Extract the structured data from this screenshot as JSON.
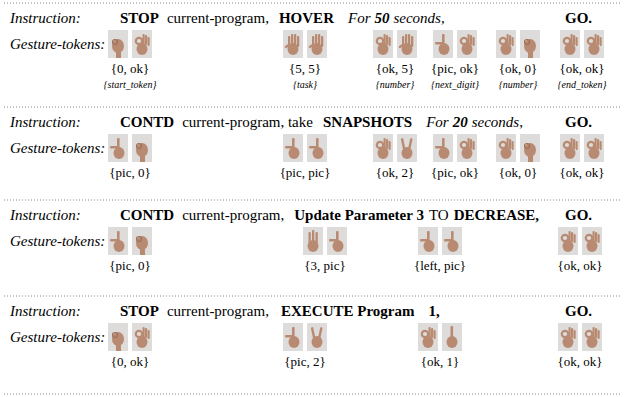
{
  "diagram": {
    "labels": [
      "Instruction:",
      "STOP",
      "current-program,",
      "HOVER",
      "For",
      "50",
      "seconds,",
      "GO.",
      "Gesture-tokens:",
      "{0, ok}",
      "{start_token}",
      "{5, 5}",
      "{task}",
      "{ok, 5}",
      "{number}",
      "{pic, ok}",
      "{next_digit}",
      "{ok, 0}",
      "{number}",
      "{ok, ok}",
      "{end_token}",
      "Instruction:",
      "CONTD",
      "current-program, take",
      "SNAPSHOTS",
      "For",
      "20",
      "seconds,",
      "GO.",
      "Gesture-tokens:",
      "{pic, 0}",
      "{pic, pic}",
      "{ok, 2}",
      "{pic, ok}",
      "{ok, 0}",
      "{ok, ok}",
      "Instruction:",
      "CONTD",
      "current-program,",
      "Update Parameter 3",
      "TO",
      "DECREASE,",
      "GO.",
      "Gesture-tokens:",
      "{pic, 0}",
      "{3, pic}",
      "{left, pic}",
      "{ok, ok}",
      "Instruction:",
      "STOP",
      "current-program,",
      "EXECUTE Program",
      "1,",
      "GO.",
      "Gesture-tokens:",
      "{0, ok}",
      "{pic, 2}",
      "{ok, 1}",
      "{ok, ok}"
    ]
  }
}
